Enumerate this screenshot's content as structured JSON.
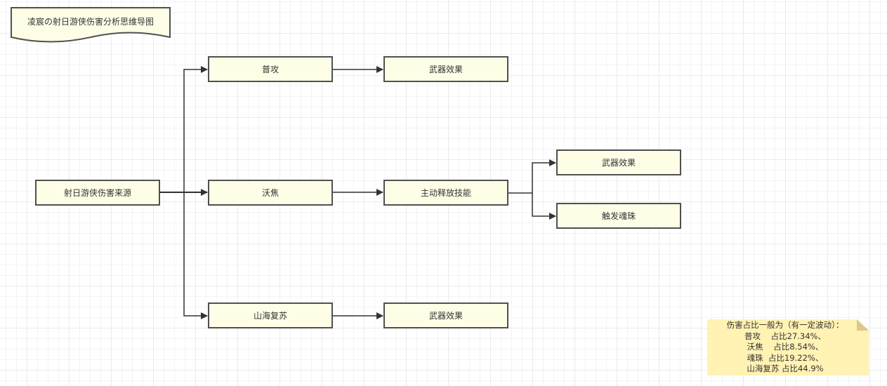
{
  "title": "凌宸の射日游侠伤害分析思维导图",
  "root": {
    "label": "射日游侠伤害来源"
  },
  "branches": [
    {
      "label": "普攻",
      "child": {
        "label": "武器效果"
      }
    },
    {
      "label": "沃焦",
      "child": {
        "label": "主动释放技能",
        "children": [
          {
            "label": "武器效果"
          },
          {
            "label": "触发魂珠"
          }
        ]
      }
    },
    {
      "label": "山海复苏",
      "child": {
        "label": "武器效果"
      }
    }
  ],
  "note": {
    "heading": "伤害占比一般为（有一定波动）：",
    "lines": [
      "普攻    占比27.34%、",
      "沃焦    占比8.54%、",
      "魂珠  占比19.22%、",
      "山海复苏 占比44.9%"
    ],
    "shares": [
      {
        "name": "普攻",
        "percent": 27.34
      },
      {
        "name": "沃焦",
        "percent": 8.54
      },
      {
        "name": "魂珠",
        "percent": 19.22
      },
      {
        "name": "山海复苏",
        "percent": 44.9
      }
    ]
  },
  "colors": {
    "node_fill": "#fefde6",
    "node_border": "#505050",
    "note_fill": "#fff2b3",
    "note_fold": "#dcc988",
    "connector": "#333333"
  }
}
